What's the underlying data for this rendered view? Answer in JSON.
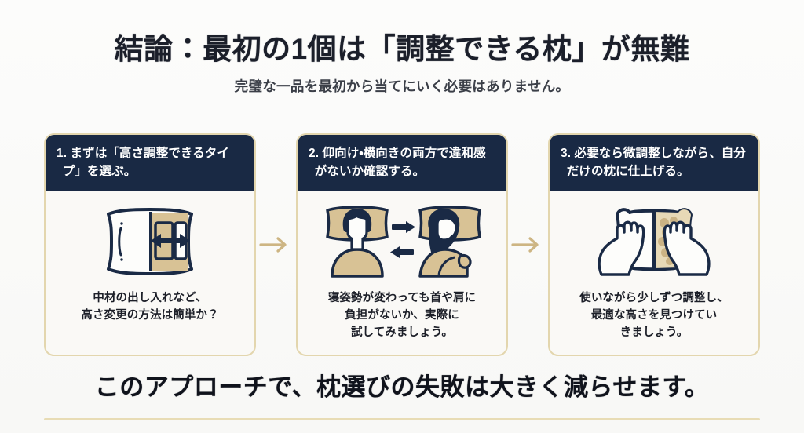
{
  "slide": {
    "title": "結論：最初の1個は「調整できる枕」が無難",
    "subtitle": "完璧な一品を最初から当てにいく必要はありません。",
    "footer": "このアプローチで、枕選びの失敗は大きく減らせます。"
  },
  "colors": {
    "background": "#fbfbfa",
    "header_navy": "#192944",
    "border_tan": "#e3d6ae",
    "accent_tan": "#cdb583",
    "icon_navy": "#1a2a45",
    "icon_tan": "#d8c295",
    "text_dark": "#1b1f2a",
    "rule_tan": "#e8dcb5"
  },
  "cards": [
    {
      "header": "1. まずは「高さ調整できるタイプ」を選ぶ。",
      "caption": "中材の出し入れなど、\n高さ変更の方法は簡単か？",
      "caption_lines": [
        "中材の出し入れなど、",
        "高さ変更の方法は簡単か？"
      ],
      "icon_name": "adjustable-pillow-icon"
    },
    {
      "header": "2. 仰向け・横向きの両方で違和感がないか確認する。",
      "caption": "寝姿勢が変わっても首や肩に\n負担がないか、実際に\n試してみましょう。",
      "caption_lines": [
        "寝姿勢が変わっても首や肩に",
        "負担がないか、実際に",
        "試してみましょう。"
      ],
      "icon_name": "supine-and-side-sleeper-icon"
    },
    {
      "header": "3. 必要なら微調整しながら、自分だけの枕に仕上げる。",
      "caption": "使いながら少しずつ調整し、\n最適な高さを見つけてい\nきましょう。",
      "caption_lines": [
        "使いながら少しずつ調整し、",
        "最適な高さを見つけてい",
        "きましょう。"
      ],
      "icon_name": "hands-adjusting-pillow-icon"
    }
  ],
  "connectors": [
    {
      "name": "arrow-card1-to-card2",
      "direction": "right"
    },
    {
      "name": "arrow-card2-to-card3",
      "direction": "right"
    }
  ]
}
